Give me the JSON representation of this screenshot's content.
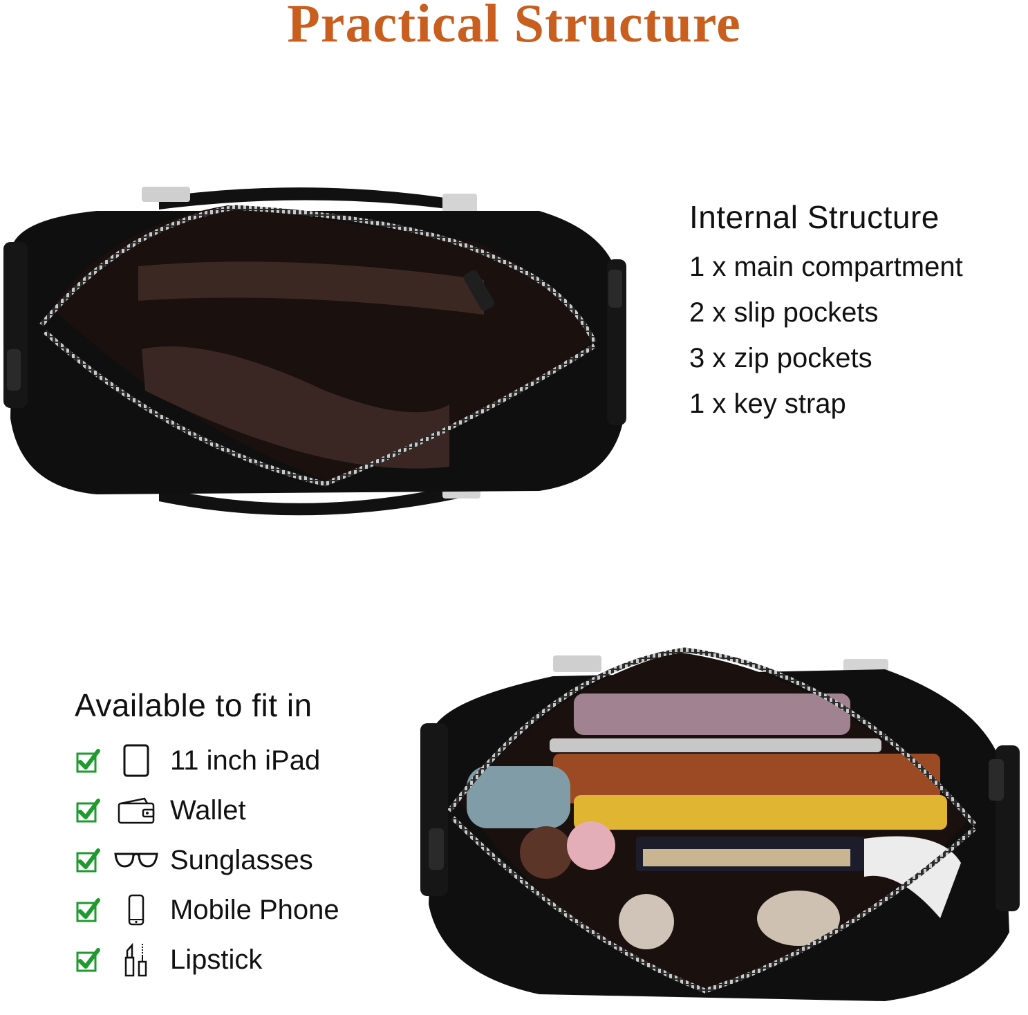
{
  "title": "Practical Structure",
  "colors": {
    "title": "#c85f1f",
    "check": "#1e9a2e",
    "leather": "#0e0e0e",
    "lining": "#3a2520",
    "zipper": "#b8b8b8"
  },
  "internal_structure": {
    "heading": "Internal Structure",
    "items": [
      "1 x main compartment",
      "2 x slip pockets",
      "3 x zip pockets",
      "1 x key strap"
    ]
  },
  "fit_in": {
    "heading": "Available to fit in",
    "items": [
      {
        "label": "11 inch iPad",
        "icon": "tablet-icon"
      },
      {
        "label": "Wallet",
        "icon": "wallet-icon"
      },
      {
        "label": "Sunglasses",
        "icon": "sunglasses-icon"
      },
      {
        "label": "Mobile Phone",
        "icon": "phone-icon"
      },
      {
        "label": "Lipstick",
        "icon": "lipstick-icon"
      }
    ]
  }
}
